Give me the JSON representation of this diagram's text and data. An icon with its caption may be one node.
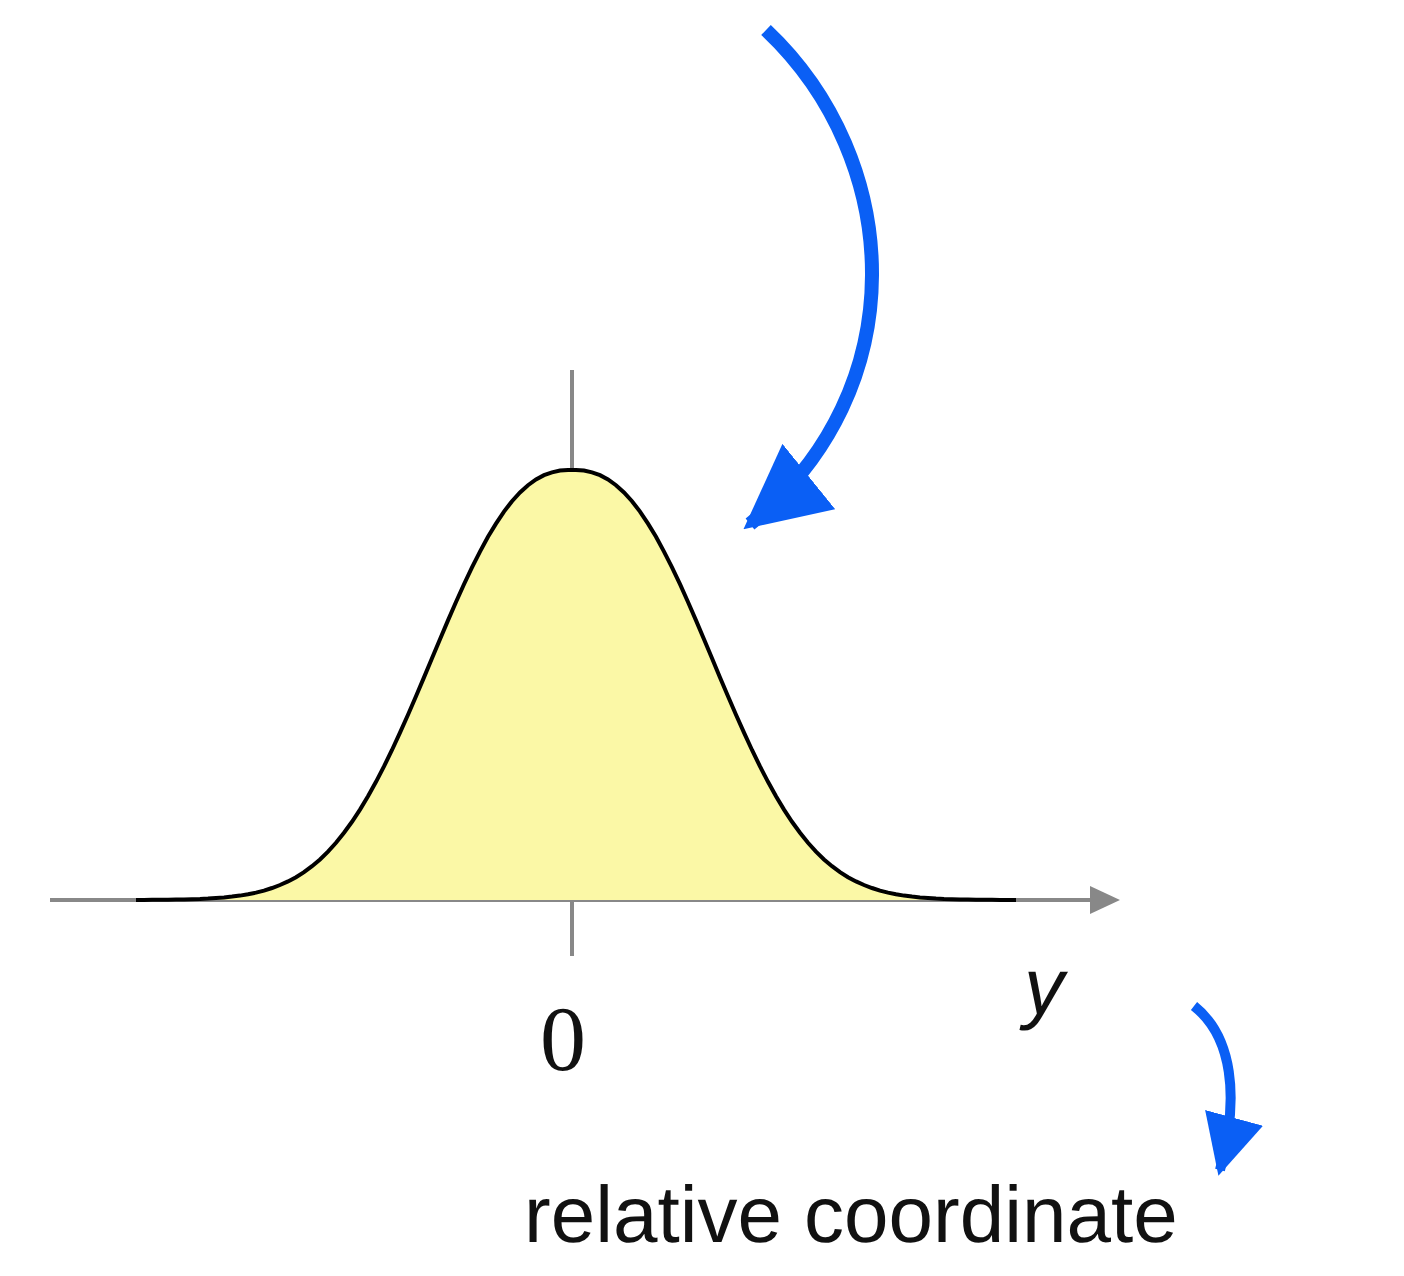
{
  "diagram": {
    "nodes": [
      {
        "text": [],
        "shape": "picture"
      },
      {
        "text": [
          "relative coordinate"
        ]
      }
    ],
    "edges": [
      {
        "from": null,
        "to": 0,
        "arrow": "to"
      },
      {
        "from": null,
        "to": 1,
        "arrow": "to"
      }
    ],
    "labels": [
      "0",
      "y"
    ]
  }
}
